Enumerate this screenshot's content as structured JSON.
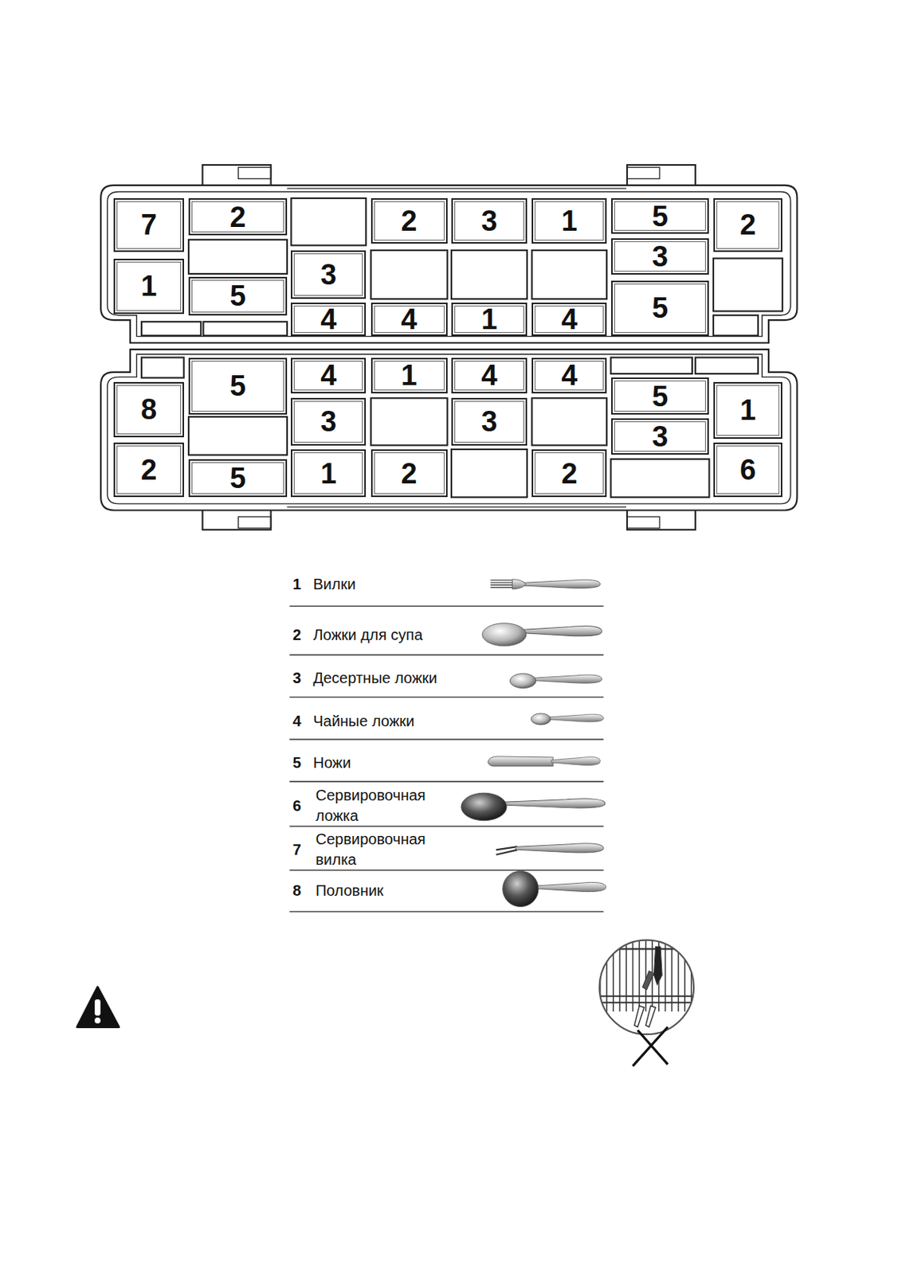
{
  "diagram": {
    "nodes": [
      {
        "text": [
          "7"
        ]
      },
      {
        "text": [
          "2"
        ]
      },
      {
        "text": [
          "2"
        ]
      },
      {
        "text": [
          "3"
        ]
      },
      {
        "text": [
          "1"
        ]
      },
      {
        "text": [
          "5"
        ]
      },
      {
        "text": [
          "2"
        ]
      },
      {
        "text": [
          "3"
        ]
      },
      {
        "text": [
          "3"
        ]
      },
      {
        "text": [
          "1"
        ]
      },
      {
        "text": [
          "5"
        ]
      },
      {
        "text": [
          "5"
        ]
      },
      {
        "text": [
          "4"
        ]
      },
      {
        "text": [
          "4"
        ]
      },
      {
        "text": [
          "1"
        ]
      },
      {
        "text": [
          "4"
        ]
      },
      {
        "text": [
          "5"
        ]
      },
      {
        "text": [
          "4"
        ]
      },
      {
        "text": [
          "1"
        ]
      },
      {
        "text": [
          "4"
        ]
      },
      {
        "text": [
          "4"
        ]
      },
      {
        "text": [
          "5"
        ]
      },
      {
        "text": [
          "8"
        ]
      },
      {
        "text": [
          "1"
        ]
      },
      {
        "text": [
          "3"
        ]
      },
      {
        "text": [
          "3"
        ]
      },
      {
        "text": [
          "3"
        ]
      },
      {
        "text": [
          "2"
        ]
      },
      {
        "text": [
          "6"
        ]
      },
      {
        "text": [
          "1"
        ]
      },
      {
        "text": [
          "2"
        ]
      },
      {
        "text": [
          "2"
        ]
      },
      {
        "text": [
          "5"
        ]
      }
    ],
    "labels": [
      "1",
      "2",
      "3",
      "4",
      "5",
      "6",
      "7",
      "8"
    ],
    "legend": [
      {
        "text": "Вилки"
      },
      {
        "text": "Ложки для супа"
      },
      {
        "text": "Десертные ложки"
      },
      {
        "text": "Чайные ложки"
      },
      {
        "text": "Ножи"
      },
      {
        "text": "Сервировочная ложка"
      },
      {
        "text": "Сервировочная вилка"
      },
      {
        "text": "Половник"
      }
    ]
  }
}
